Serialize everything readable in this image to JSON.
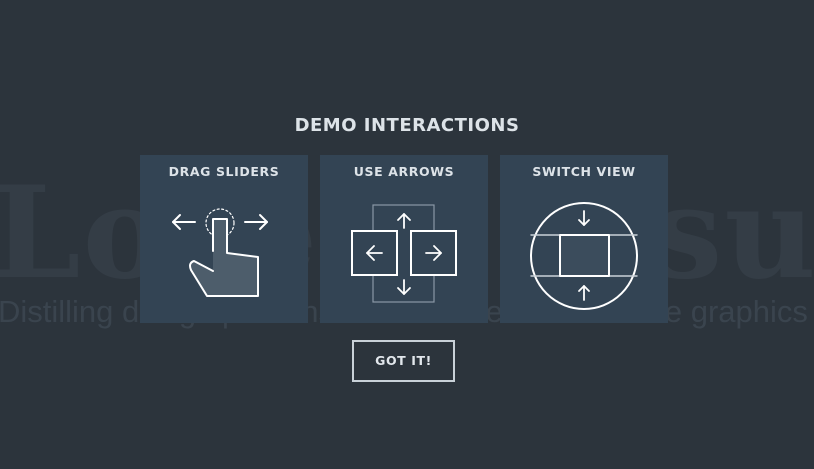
{
  "background": {
    "title": "Lorem Ipsum Dolor",
    "subtitle": "Distilling design patterns into the interaction of the graphics"
  },
  "modal": {
    "title": "DEMO INTERACTIONS",
    "cards": [
      {
        "label": "DRAG SLIDERS",
        "icon": "drag-hand-icon"
      },
      {
        "label": "USE ARROWS",
        "icon": "arrow-keys-icon"
      },
      {
        "label": "SWITCH VIEW",
        "icon": "switch-view-icon"
      }
    ],
    "button_label": "GOT IT!"
  },
  "colors": {
    "background": "#2c343c",
    "card": "#334454",
    "text": "#dde3e8"
  }
}
